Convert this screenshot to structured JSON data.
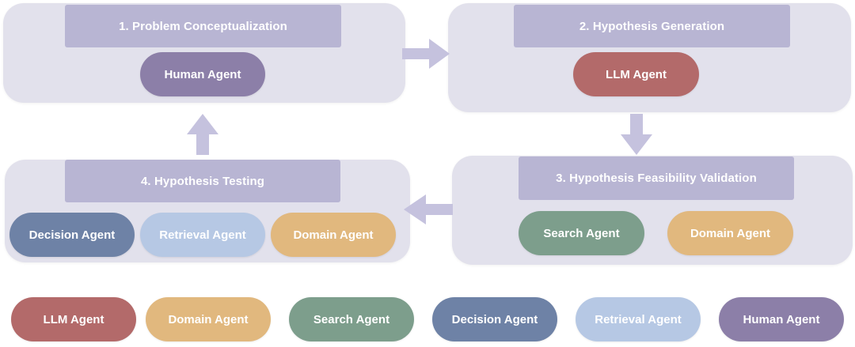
{
  "stages": [
    {
      "title": "1. Problem Conceptualization",
      "agents": [
        "Human Agent"
      ]
    },
    {
      "title": "2. Hypothesis Generation",
      "agents": [
        "LLM Agent"
      ]
    },
    {
      "title": "3. Hypothesis Feasibility Validation",
      "agents": [
        "Search Agent",
        "Domain Agent"
      ]
    },
    {
      "title": "4. Hypothesis Testing",
      "agents": [
        "Decision Agent",
        "Retrieval Agent",
        "Domain Agent"
      ]
    }
  ],
  "legend": [
    "LLM Agent",
    "Domain Agent",
    "Search Agent",
    "Decision Agent",
    "Retrieval Agent",
    "Human Agent"
  ],
  "colors": {
    "panel": "#e2e1ec",
    "header": "#b8b5d3",
    "arrow": "#c5c2de",
    "llm": "#b36a6a",
    "domain": "#e1b87e",
    "search": "#7d9e8c",
    "decision": "#6e82a6",
    "retrieval": "#b6c8e4",
    "human": "#8c7fa8"
  }
}
